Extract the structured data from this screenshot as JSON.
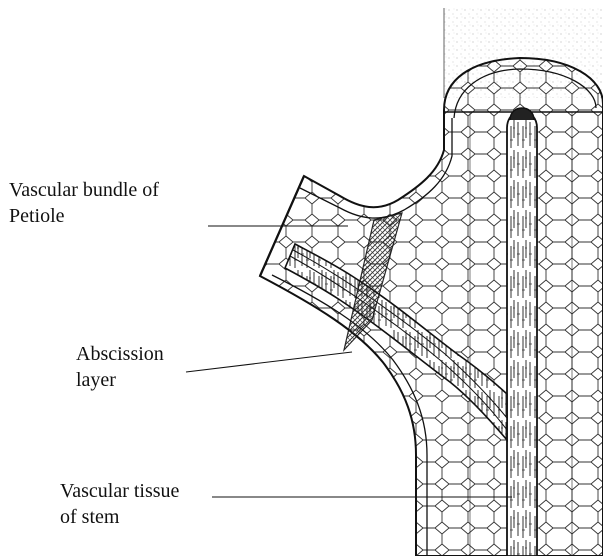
{
  "diagram": {
    "labels": {
      "petiole_bundle": {
        "line1": "Vascular bundle of",
        "line2": "Petiole"
      },
      "abscission": {
        "line1": "Abscission",
        "line2": "layer"
      },
      "stem_tissue": {
        "line1": "Vascular tissue",
        "line2": "of stem"
      }
    },
    "colors": {
      "ink": "#111111",
      "background": "#ffffff",
      "cell_stroke": "#333333",
      "stipple": "#9a9a9a"
    }
  }
}
